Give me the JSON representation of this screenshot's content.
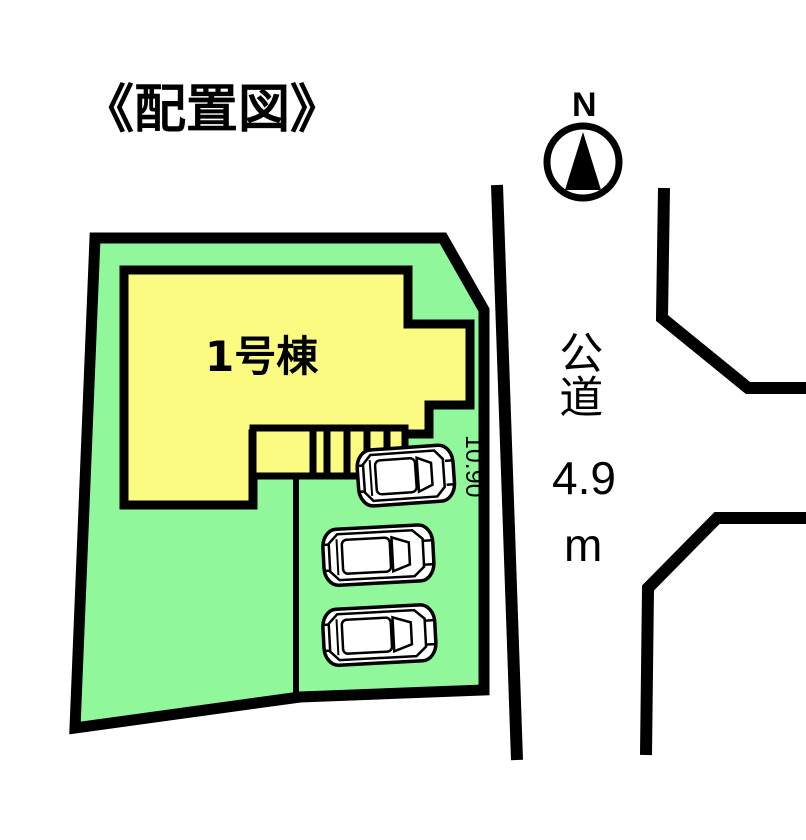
{
  "title": "《配置図》",
  "compass": {
    "label": "N",
    "icon": "north-arrow-icon"
  },
  "parcel": {
    "fill_color": "#90f79b",
    "outline_color": "#000000",
    "building": {
      "label": "1号棟",
      "fill_color": "#fbfb82"
    },
    "entrance": {
      "porch_name": "porch",
      "steps_count": 4
    },
    "parking": {
      "spaces": 3,
      "car_icon": "car-top-view-icon"
    }
  },
  "road": {
    "name": "公道",
    "width_value": "4.9",
    "width_unit": "m",
    "frontage_dimension": "10.90"
  },
  "colors": {
    "green": "#90f79b",
    "yellow": "#fbfb82",
    "line": "#000000",
    "car_body": "#ffffff",
    "background": "#ffffff"
  }
}
